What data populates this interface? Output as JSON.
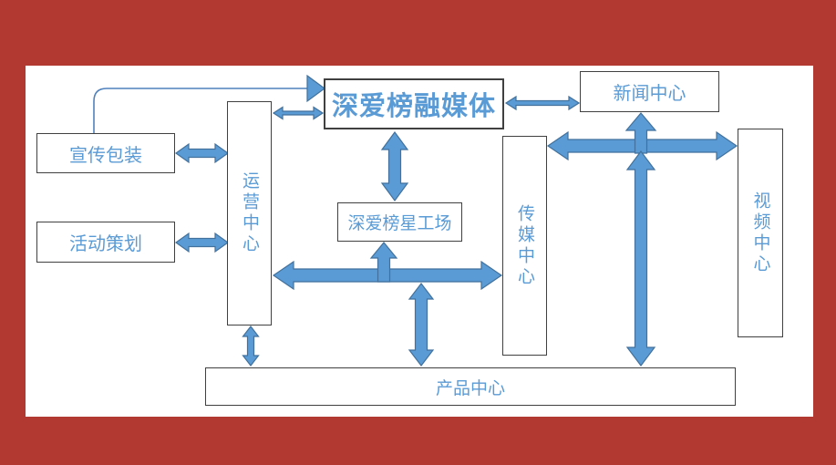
{
  "colors": {
    "frame_red": "#b23931",
    "accent_blue": "#5b9bd5",
    "arrow_border_blue": "#41719c",
    "box_border_gray": "#404040",
    "connector_line_blue": "#4f81bd",
    "slide_background": "#ffffff"
  },
  "nodes": {
    "title": {
      "label": "深爱榜融媒体"
    },
    "news": {
      "label": "新闻中心"
    },
    "promo": {
      "label": "宣传包装"
    },
    "event": {
      "label": "活动策划"
    },
    "operations": {
      "label": "运营中心"
    },
    "star": {
      "label": "深爱榜星工场"
    },
    "media": {
      "label": "传媒中心"
    },
    "video": {
      "label": "视频中心"
    },
    "product": {
      "label": "产品中心"
    }
  }
}
